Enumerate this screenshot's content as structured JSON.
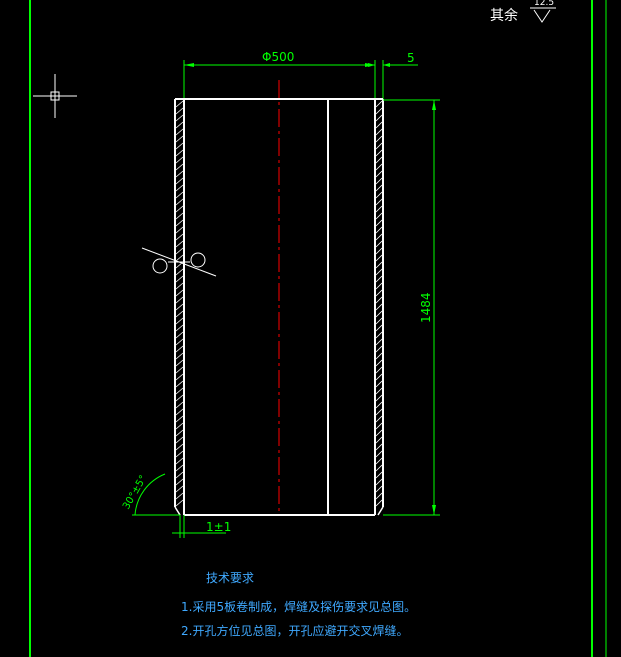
{
  "title_block": {
    "roughness_prefix": "其余",
    "roughness_value": "12.5"
  },
  "dimensions": {
    "diameter": "Φ500",
    "wall_thickness": "5",
    "height": "1484",
    "weld_gap": "1±1",
    "bevel_angle": "30°±5°"
  },
  "tech_requirements": {
    "heading": "技术要求",
    "items": [
      "1.采用5板卷制成，焊缝及探伤要求见总图。",
      "2.开孔方位见总图，开孔应避开交叉焊缝。"
    ]
  },
  "colors": {
    "background": "#000000",
    "border": "#00ff00",
    "geometry": "#ffffff",
    "centerline": "#ff0000",
    "dimension": "#00ff00",
    "tech_text": "#3fa9ff",
    "hatch": "#ffffff"
  }
}
